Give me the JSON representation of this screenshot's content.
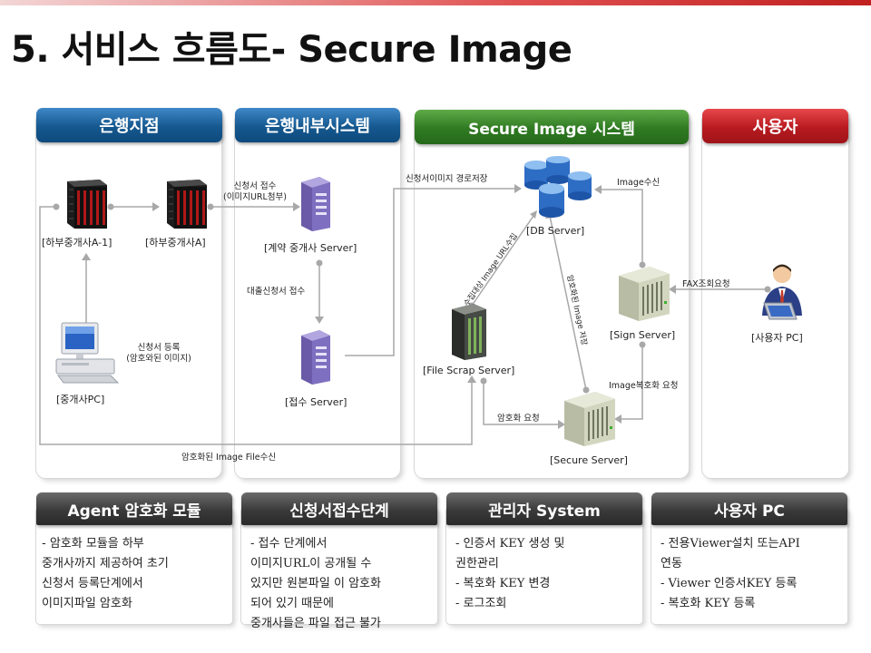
{
  "title": "5. 서비스 흐름도- Secure Image",
  "columns": {
    "bank_branch": "은행지점",
    "bank_internal": "은행내부시스템",
    "secure_image_system": "Secure Image  시스템",
    "user": "사용자"
  },
  "nodes": {
    "sub_agent_a1": "[하부중개사A-1]",
    "sub_agent_a": "[하부중개사A]",
    "agent_pc": "[중개사PC]",
    "contract_server": "[계약 중개사 Server]",
    "receipt_server": "[접수 Server]",
    "db_server": "[DB Server]",
    "file_scrap_server": "[File Scrap Server]",
    "sign_server": "[Sign Server]",
    "secure_server": "[Secure Server]",
    "user_pc": "[사용자 PC]"
  },
  "edges": {
    "app_receipt_line1": "신청서 접수",
    "app_receipt_line2": "(이미지URL첨부)",
    "loan_app_receipt": "대출신청서 접수",
    "app_register_line1": "신청서 등록",
    "app_register_line2": "(암호와된 이미지)",
    "app_image_path_store": "신청서이미지 경로저장",
    "collect_image_url": "수집대상 Image URL수집",
    "image_receive": "Image수신",
    "fax_query": "FAX조회요청",
    "encrypted_image_store": "암호화된 Image 저장",
    "image_decrypt_request": "Image복호화 요청",
    "encrypt_request": "암호화 요청",
    "encrypted_image_file_receive": "암호화된 Image File수신"
  },
  "bottom_boxes": [
    {
      "title": "Agent 암호화 모듈",
      "lines": [
        "-  암호화 모듈을 하부",
        "    중개사까지 제공하여 초기",
        "    신청서 등록단계에서",
        "    이미지파일 암호화"
      ]
    },
    {
      "title": "신청서접수단계",
      "lines": [
        "-  접수 단계에서",
        "    이미지URL이 공개될 수",
        "    있지만 원본파일 이 암호화",
        "    되어 있기 때문에",
        "    중개사들은 파일 접근 불가"
      ]
    },
    {
      "title": "관리자 System",
      "lines": [
        "-  인증서 KEY 생성 및",
        "    권한관리",
        "-  복호화 KEY 변경",
        "-  로그조회"
      ]
    },
    {
      "title": "사용자 PC",
      "lines": [
        "-  전용Viewer설치 또는API",
        "    연동",
        "-  Viewer 인증서KEY 등록",
        "-  복호화 KEY 등록"
      ]
    }
  ],
  "colors": {
    "blue_header": "#15588f",
    "green_header": "#2f7a22",
    "red_header": "#b71b20",
    "gray_header": "#3a3a3a",
    "connector": "#a8a8a8"
  }
}
